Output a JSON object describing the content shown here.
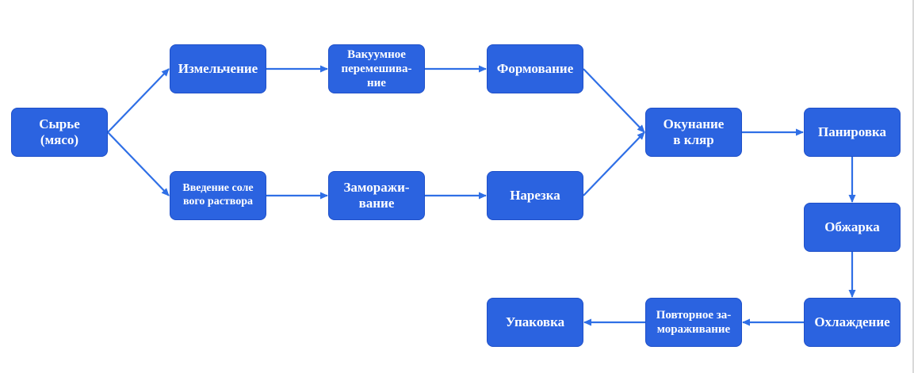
{
  "colors": {
    "node_fill": "#2b63e0",
    "node_border": "#1e4fc8",
    "node_text": "#ffffff",
    "arrow": "#2f6fe6",
    "background": "#ffffff"
  },
  "nodes": {
    "raw": "Сырье\n(мясо)",
    "grinding": "Измельчение",
    "vacuum_mixing": "Вакуумное\nперемешива-\nние",
    "forming": "Формование",
    "brine_injection": "Введение соле\nвого раствора",
    "freezing": "Заморажи-\nвание",
    "slicing": "Нарезка",
    "batter": "Окунание\nв кляр",
    "breading": "Панировка",
    "frying": "Обжарка",
    "cooling": "Охлаждение",
    "refreezing": "Повторное за-\nмораживание",
    "packaging": "Упаковка"
  },
  "edges": [
    {
      "from": "raw",
      "to": "grinding"
    },
    {
      "from": "raw",
      "to": "brine_injection"
    },
    {
      "from": "grinding",
      "to": "vacuum_mixing"
    },
    {
      "from": "vacuum_mixing",
      "to": "forming"
    },
    {
      "from": "forming",
      "to": "batter"
    },
    {
      "from": "brine_injection",
      "to": "freezing"
    },
    {
      "from": "freezing",
      "to": "slicing"
    },
    {
      "from": "slicing",
      "to": "batter"
    },
    {
      "from": "batter",
      "to": "breading"
    },
    {
      "from": "breading",
      "to": "frying"
    },
    {
      "from": "frying",
      "to": "cooling"
    },
    {
      "from": "cooling",
      "to": "refreezing"
    },
    {
      "from": "refreezing",
      "to": "packaging"
    }
  ]
}
